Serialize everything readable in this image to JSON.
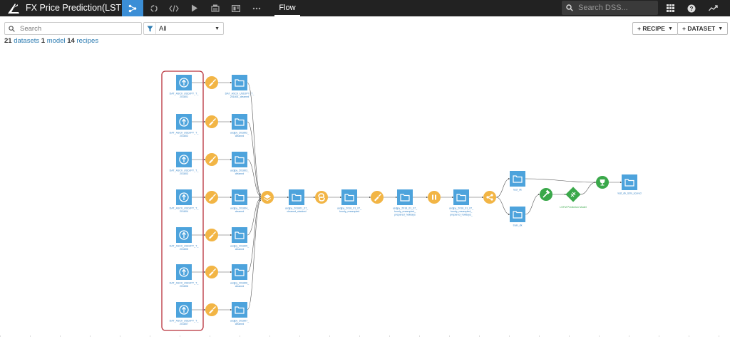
{
  "app": {
    "project_title": "FX Price Prediction(LSTM)",
    "active_tab": "Flow",
    "search_placeholder": "Search DSS...",
    "nav_icons": [
      "flow-icon",
      "refresh-icon",
      "code-icon",
      "play-icon",
      "notebook-icon",
      "dashboard-icon",
      "more-icon"
    ],
    "right_icons": [
      "apps-grid-icon",
      "help-icon",
      "activity-icon"
    ],
    "colors": {
      "topbar": "#222222",
      "accent": "#3b8ed6",
      "dataset": "#4da3dc",
      "recipe": "#f2b545",
      "model": "#3aa84a",
      "highlight_border": "#b8303a"
    }
  },
  "toolbar": {
    "search_placeholder": "Search",
    "filter_value": "All",
    "summary": {
      "datasets_count": "21",
      "datasets_label": "datasets",
      "model_count": "1",
      "model_label": "model",
      "recipes_count": "14",
      "recipes_label": "recipes"
    },
    "recipe_button": "+ RECIPE",
    "dataset_button": "+ DATASET"
  },
  "flow": {
    "input_datasets": [
      {
        "label1": "DAT_ASCII_USDJPY_T_",
        "label2": "201801"
      },
      {
        "label1": "DAT_ASCII_USDJPY_T_",
        "label2": "201802"
      },
      {
        "label1": "DAT_ASCII_USDJPY_T_",
        "label2": "201803"
      },
      {
        "label1": "DAT_ASCII_USDJPY_T_",
        "label2": "201804"
      },
      {
        "label1": "DAT_ASCII_USDJPY_T_",
        "label2": "201805"
      },
      {
        "label1": "DAT_ASCII_USDJPY_T_",
        "label2": "201806"
      },
      {
        "label1": "DAT_ASCII_USDJPY_T_",
        "label2": "201807"
      }
    ],
    "cleaned_datasets": [
      {
        "label1": "DAT_ASCII_USDJPY_T_",
        "label2": "201801_cleaned"
      },
      {
        "label1": "usdjpy_201802_",
        "label2": "cleaned"
      },
      {
        "label1": "usdjpy_201803_",
        "label2": "cleaned"
      },
      {
        "label1": "usdjpy_201804_",
        "label2": "cleaned"
      },
      {
        "label1": "usdjpy_201805_",
        "label2": "cleaned"
      },
      {
        "label1": "usdjpy_201806_",
        "label2": "cleaned"
      },
      {
        "label1": "usdjpy_201807_",
        "label2": "cleaned"
      }
    ],
    "chain_datasets": [
      {
        "label1": "usdjpy_201801_07_",
        "label2": "cleaned_stacked"
      },
      {
        "label1": "usdjpy_2018_01_07_",
        "label2": "hourly_resampled"
      },
      {
        "label1": "usdjpy_2018_01_07_",
        "label2": "hourly_resampled_",
        "label3": "prepared_holidays"
      },
      {
        "label1": "usdjpy_2018_01_07_",
        "label2": "hourly_resampled_",
        "label3": "prepared_holidays_"
      }
    ],
    "split_outputs": {
      "test": "test_dk",
      "train": "train_dk"
    },
    "model_label": "LSTM Prediction Model",
    "scored_label": "test_dk_lstm_scored"
  }
}
